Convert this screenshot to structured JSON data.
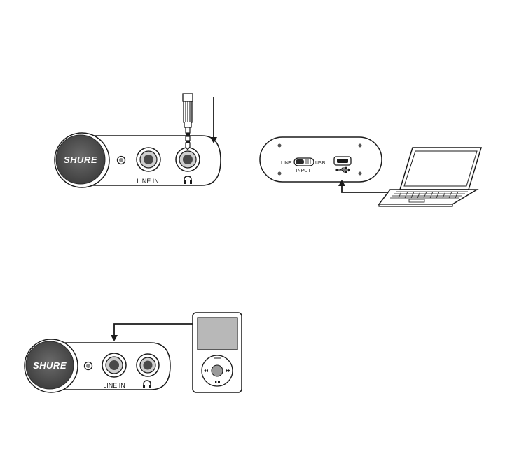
{
  "logo_text": "SHURE",
  "top_amp": {
    "line_in_label": "LINE IN",
    "headphone_symbol": "headphones-icon"
  },
  "usb_panel": {
    "switch_left_label": "LINE",
    "switch_right_label": "USB",
    "switch_caption": "INPUT",
    "usb_symbol": "usb-icon"
  },
  "bottom_amp": {
    "line_in_label": "LINE IN",
    "headphone_symbol": "headphones-icon"
  },
  "colors": {
    "line": "#1a1a1a",
    "logo_fill": "#555555",
    "screen_fill": "#b8b8b8"
  }
}
